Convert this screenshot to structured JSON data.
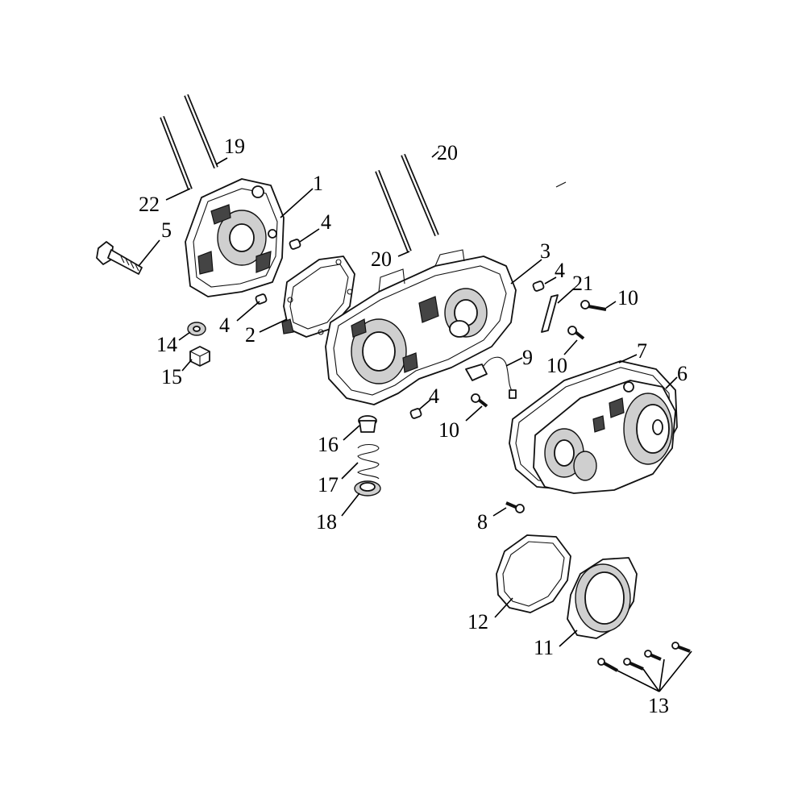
{
  "callouts": [
    {
      "id": "19",
      "label": "19"
    },
    {
      "id": "22",
      "label": "22"
    },
    {
      "id": "1",
      "label": "1"
    },
    {
      "id": "5",
      "label": "5"
    },
    {
      "id": "4a",
      "label": "4"
    },
    {
      "id": "4b",
      "label": "4"
    },
    {
      "id": "2",
      "label": "2"
    },
    {
      "id": "14",
      "label": "14"
    },
    {
      "id": "15",
      "label": "15"
    },
    {
      "id": "20a",
      "label": "20"
    },
    {
      "id": "20b",
      "label": "20"
    },
    {
      "id": "3",
      "label": "3"
    },
    {
      "id": "4c",
      "label": "4"
    },
    {
      "id": "21",
      "label": "21"
    },
    {
      "id": "10a",
      "label": "10"
    },
    {
      "id": "10b",
      "label": "10"
    },
    {
      "id": "7",
      "label": "7"
    },
    {
      "id": "6",
      "label": "6"
    },
    {
      "id": "9",
      "label": "9"
    },
    {
      "id": "4d",
      "label": "4"
    },
    {
      "id": "10c",
      "label": "10"
    },
    {
      "id": "16",
      "label": "16"
    },
    {
      "id": "17",
      "label": "17"
    },
    {
      "id": "18",
      "label": "18"
    },
    {
      "id": "8",
      "label": "8"
    },
    {
      "id": "12",
      "label": "12"
    },
    {
      "id": "11",
      "label": "11"
    },
    {
      "id": "13",
      "label": "13"
    }
  ]
}
